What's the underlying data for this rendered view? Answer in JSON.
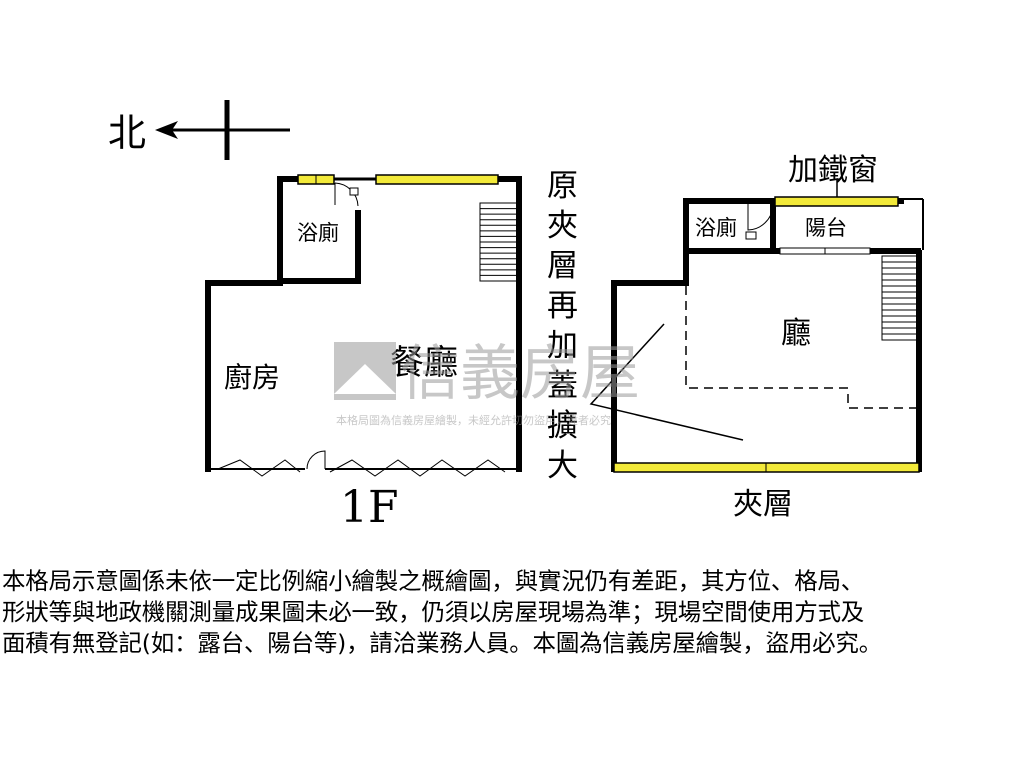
{
  "compass": {
    "north_label": "北"
  },
  "floor_1f": {
    "label": "1F",
    "rooms": {
      "bathroom": "浴廁",
      "kitchen": "廚房",
      "dining": "餐廳"
    }
  },
  "mezzanine": {
    "label": "夾層",
    "rooms": {
      "bathroom": "浴廁",
      "balcony": "陽台",
      "hall": "廳"
    },
    "window_label": "加鐵窗"
  },
  "vertical_note": [
    "原",
    "夾",
    "層",
    "再",
    "加",
    "蓋",
    "擴",
    "大"
  ],
  "watermark": {
    "brand": "信義房屋",
    "small_text": "本格局圖為信義房屋繪製，未經允許切勿盜用，違者必究"
  },
  "disclaimer": [
    "本格局示意圖係未依一定比例縮小繪製之概繪圖，與實況仍有差距，其方位、格局、",
    "形狀等與地政機關測量成果圖未必一致，仍須以房屋現場為準；現場空間使用方式及",
    "面積有無登記(如：露台、陽台等)，請洽業務人員。本圖為信義房屋繪製，盜用必究。"
  ],
  "colors": {
    "wall": "#000000",
    "window": "#f3ea3a",
    "watermark": "#9a9a9a"
  }
}
